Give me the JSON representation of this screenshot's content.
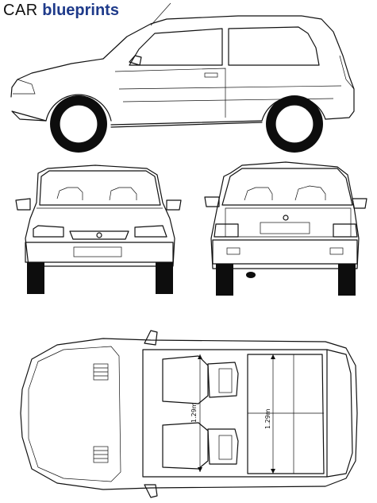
{
  "brand": {
    "part1": "CAR",
    "part2": "blueprints"
  },
  "dimensions": {
    "front_seat_width": "1.29m",
    "rear_seat_width": "1.29m"
  },
  "views": [
    "side-view",
    "front-view",
    "rear-view",
    "top-view"
  ],
  "colors": {
    "brand_blue": "#1e3a8a",
    "line": "#111111",
    "background": "#ffffff"
  }
}
